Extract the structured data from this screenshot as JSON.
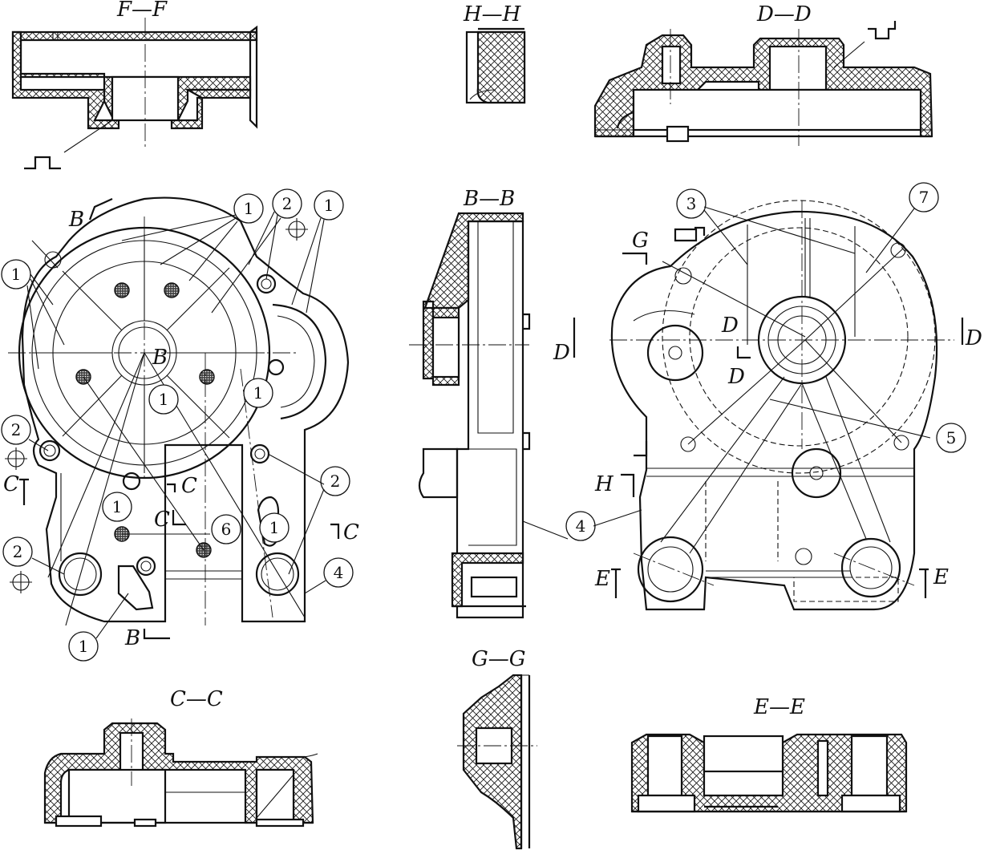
{
  "section_titles": {
    "ff": "F—F",
    "hh": "H—H",
    "dd": "D—D",
    "bb": "B—B",
    "cc": "C—C",
    "gg": "G—G",
    "ee": "E—E"
  },
  "cut_letters": {
    "B": "B",
    "C": "C",
    "D": "D",
    "E": "E",
    "G": "G",
    "H": "H"
  },
  "callouts": [
    "1",
    "2",
    "3",
    "4",
    "5",
    "6",
    "7"
  ]
}
